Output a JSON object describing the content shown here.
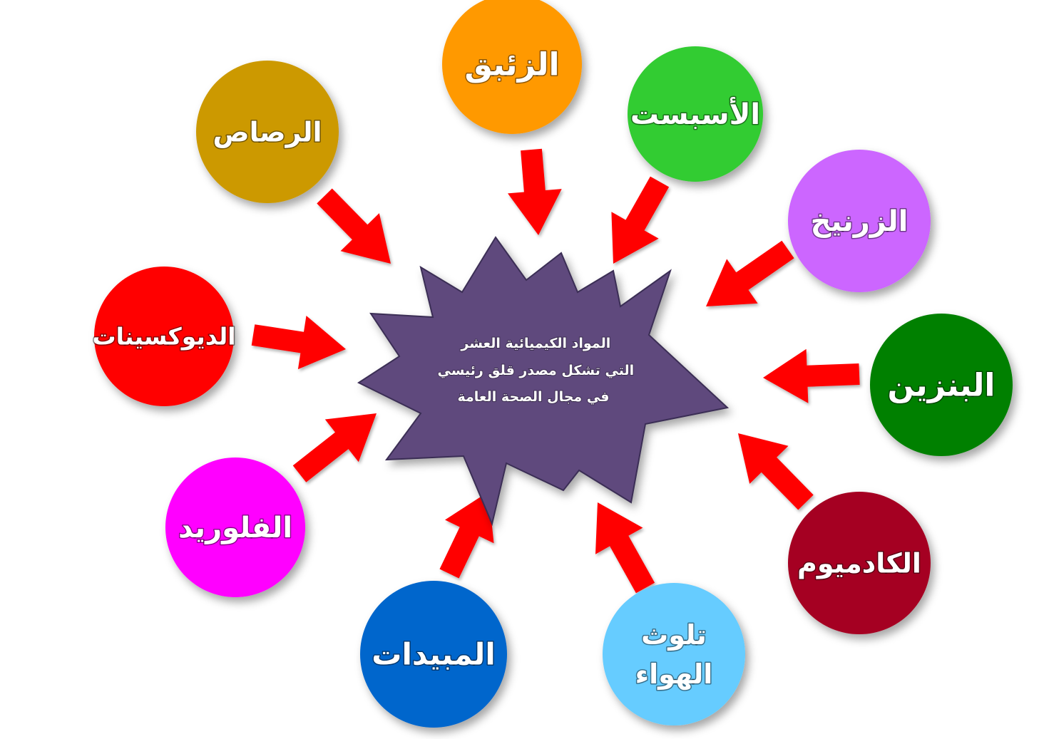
{
  "center": {
    "lines": [
      "المواد الكيميائية العشر",
      "التي تشكل مصدر قلق رئيسي",
      "في مجال الصحة العامة"
    ],
    "color": "#5e4a7d"
  },
  "arrow_color": "#ff0000",
  "nodes": [
    {
      "id": "mercury",
      "label": [
        "الزئبق"
      ],
      "color": "#ff9900"
    },
    {
      "id": "asbestos",
      "label": [
        "الأسبست"
      ],
      "color": "#33cc33"
    },
    {
      "id": "arsenic",
      "label": [
        "الزرنيخ"
      ],
      "color": "#cc66ff"
    },
    {
      "id": "benzene",
      "label": [
        "البنزين"
      ],
      "color": "#008000"
    },
    {
      "id": "cadmium",
      "label": [
        "الكادميوم"
      ],
      "color": "#a50021"
    },
    {
      "id": "air",
      "label": [
        "تلوث",
        "الهواء"
      ],
      "color": "#66ccff"
    },
    {
      "id": "pesticides",
      "label": [
        "المبيدات"
      ],
      "color": "#0066cc"
    },
    {
      "id": "fluoride",
      "label": [
        "الفلوريد"
      ],
      "color": "#ff00ff"
    },
    {
      "id": "dioxins",
      "label": [
        "الديوكسينات"
      ],
      "color": "#ff0000"
    },
    {
      "id": "lead",
      "label": [
        "الرصاص"
      ],
      "color": "#cc9900"
    }
  ]
}
